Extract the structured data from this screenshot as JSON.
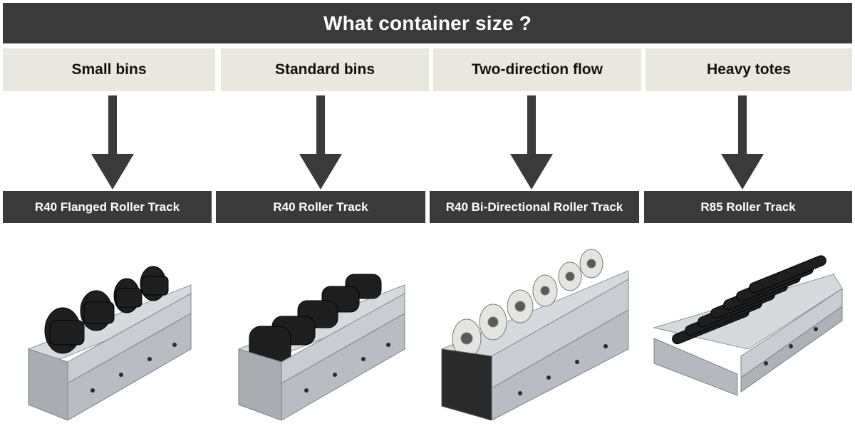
{
  "title": "What container size ?",
  "colors": {
    "dark_bar": "#3a3a3a",
    "category_bg": "#e9e8e0",
    "arrow": "#3a3a3a",
    "steel": "#c9ccd0",
    "roller_black": "#1e1e1e",
    "roller_white": "#e4e4e2"
  },
  "columns": [
    {
      "category": "Small bins",
      "product": "R40 Flanged Roller Track",
      "image": "flanged-roller-track-photo"
    },
    {
      "category": "Standard bins",
      "product": "R40 Roller Track",
      "image": "roller-track-photo"
    },
    {
      "category": "Two-direction flow",
      "product": "R40 Bi-Directional Roller Track",
      "image": "bi-directional-roller-track-photo"
    },
    {
      "category": "Heavy totes",
      "product": "R85 Roller Track",
      "image": "r85-roller-track-photo"
    }
  ]
}
